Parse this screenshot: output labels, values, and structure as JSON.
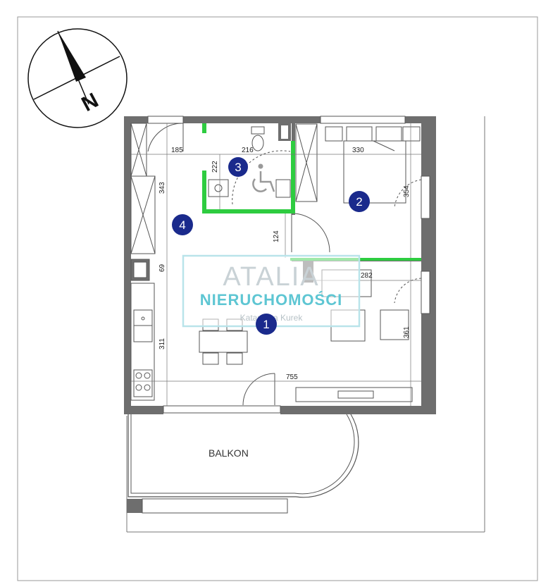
{
  "compass": {
    "label": "N",
    "icon": "north-arrow-icon"
  },
  "rooms": [
    {
      "number": "1"
    },
    {
      "number": "2"
    },
    {
      "number": "3"
    },
    {
      "number": "4"
    }
  ],
  "dimensions": {
    "d185": "185",
    "d216": "216",
    "d330": "330",
    "d222": "222",
    "d343": "343",
    "d354": "354",
    "d124": "124",
    "d69": "69",
    "d282": "282",
    "d311": "311",
    "d361": "361",
    "d755": "755"
  },
  "balcony": {
    "label": "BALKON"
  },
  "watermark": {
    "top": "ATALIA",
    "middle": "NIERUCHOMOŚCI",
    "bottom": "Katarzyna Kurek"
  },
  "colors": {
    "wall": "#6e6e6e",
    "accessible_wall": "#2ecc40",
    "room_badge": "#1a2a8c",
    "watermark_accent": "#5ec6d3"
  }
}
